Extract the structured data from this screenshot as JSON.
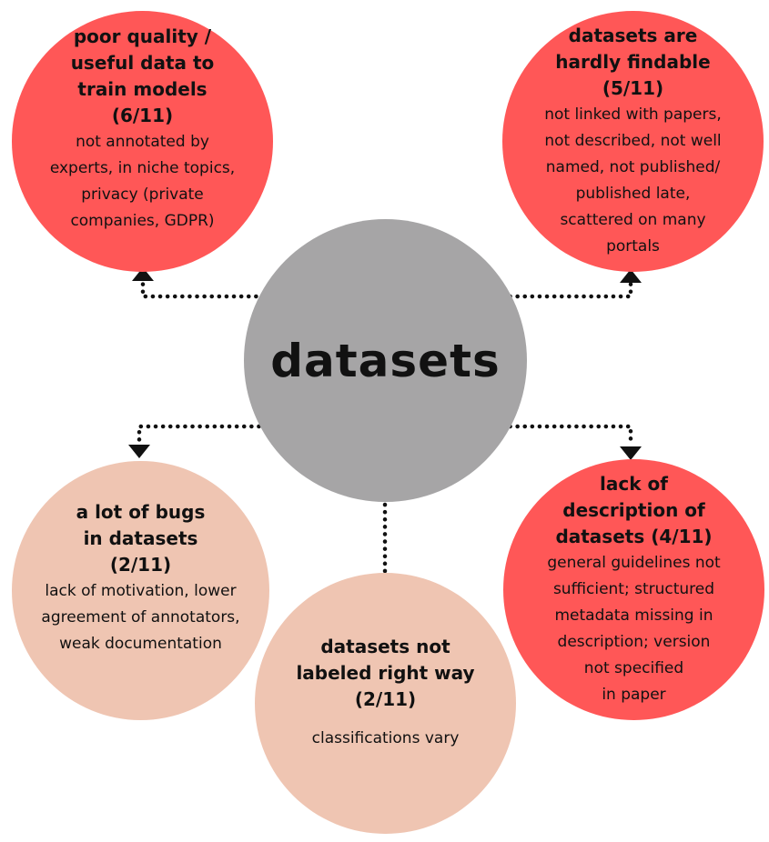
{
  "center": {
    "label": "datasets"
  },
  "nodes": [
    {
      "id": "poor-quality",
      "title": "poor quality /\nuseful data to\ntrain models\n(6/11)",
      "body": "not annotated by\nexperts, in niche topics,\nprivacy (private\ncompanies, GDPR)"
    },
    {
      "id": "hardly-findable",
      "title": "datasets are\nhardly findable\n(5/11)",
      "body": "not linked with papers,\nnot described, not well\nnamed, not published/\npublished late,\nscattered on many\nportals"
    },
    {
      "id": "bugs",
      "title": "a lot of bugs\nin datasets\n(2/11)",
      "body": "lack of motivation, lower\nagreement of annotators,\nweak documentation"
    },
    {
      "id": "not-labeled",
      "title": "datasets not\nlabeled right way\n(2/11)",
      "body": "classifications vary"
    },
    {
      "id": "lack-description",
      "title": "lack of\ndescription of\ndatasets  (4/11)",
      "body": "general guidelines not\nsufficient; structured\nmetadata missing in\ndescription; version\nnot specified\nin paper"
    }
  ],
  "colors": {
    "red": "#ff5757",
    "peach": "#efc5b2",
    "center": "#a6a5a6",
    "connector": "#111111"
  }
}
